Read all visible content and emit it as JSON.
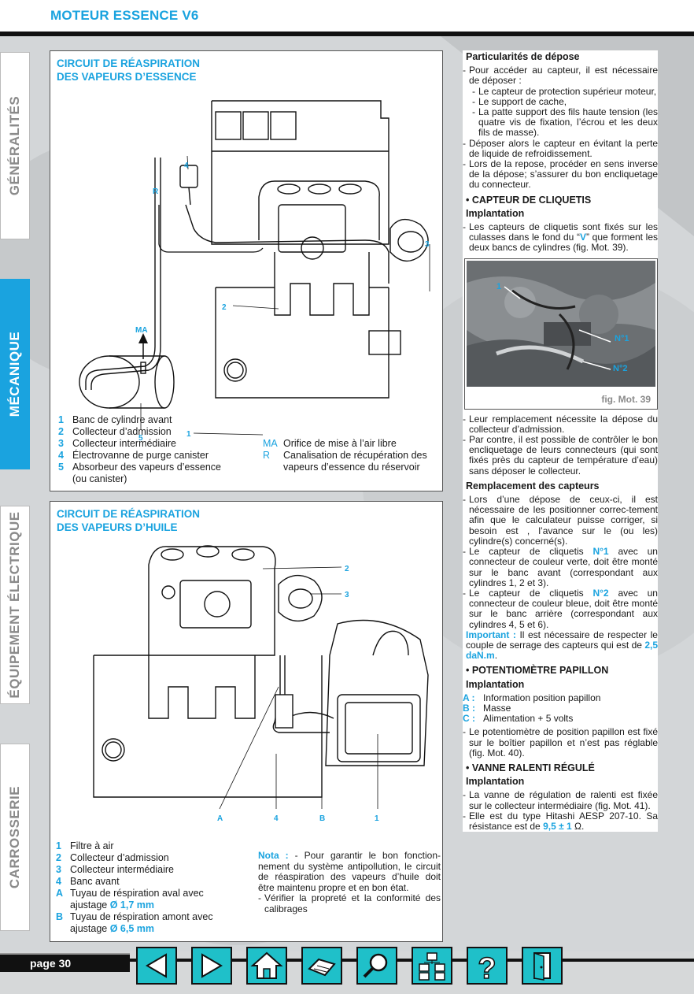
{
  "header": {
    "title": "MOTEUR ESSENCE V6"
  },
  "tabs": [
    {
      "label": "GÉNÉRALITÉS",
      "active": false
    },
    {
      "label": "MÉCANIQUE",
      "active": true
    },
    {
      "label": "ÉQUIPEMENT ÉLECTRIQUE",
      "active": false
    },
    {
      "label": "CARROSSERIE",
      "active": false
    }
  ],
  "panel1": {
    "title_l1": "CIRCUIT DE RÉASPIRATION",
    "title_l2": "DES VAPEURS D’ESSENCE",
    "callouts": [
      "4",
      "R",
      "3",
      "2",
      "MA",
      "5",
      "1"
    ],
    "legend_left": [
      {
        "k": "1",
        "t": "Banc de cylindre avant"
      },
      {
        "k": "2",
        "t": "Collecteur d’admission"
      },
      {
        "k": "3",
        "t": "Collecteur intermédiaire"
      },
      {
        "k": "4",
        "t": "Électrovanne de purge canister"
      },
      {
        "k": "5",
        "t": "Absorbeur des vapeurs d’essence"
      },
      {
        "k": "",
        "t": "(ou canister)"
      }
    ],
    "legend_right": [
      {
        "k": "MA",
        "t": "Orifice de mise à l’air libre"
      },
      {
        "k": "R",
        "t": "Canalisation de récupération des"
      },
      {
        "k": "",
        "t": "vapeurs d’essence du réservoir"
      }
    ]
  },
  "panel2": {
    "title_l1": "CIRCUIT DE RÉASPIRATION",
    "title_l2": "DES VAPEURS D’HUILE",
    "callouts": [
      "2",
      "3",
      "A",
      "4",
      "B",
      "1"
    ],
    "legend_left": [
      {
        "k": "1",
        "t": "Filtre à air"
      },
      {
        "k": "2",
        "t": "Collecteur d’admission"
      },
      {
        "k": "3",
        "t": "Collecteur intermédiaire"
      },
      {
        "k": "4",
        "t": "Banc avant"
      },
      {
        "k": "A",
        "t": "Tuyau de réspiration aval avec"
      },
      {
        "k": "",
        "t": "ajustage ",
        "v": "Ø 1,7 mm"
      },
      {
        "k": "B",
        "t": "Tuyau de réspiration amont avec"
      },
      {
        "k": "",
        "t": "ajustage ",
        "v": "Ø 6,5 mm"
      }
    ],
    "nota_label": "Nota :",
    "nota_1": "- Pour garantir le bon fonction-nement du système antipollution, le circuit de réaspiration des vapeurs d’huile doit être maintenu propre et en bon état.",
    "nota_2": "Vérifier la propreté et la conformité des calibrages"
  },
  "right": {
    "h1": "Particularités de dépose",
    "p1": "Pour accéder au capteur, il est nécessaire de déposer :",
    "p1a": "Le capteur de protection supérieur moteur,",
    "p1b": "Le support de cache,",
    "p1c": "La patte support des fils haute tension (les quatre vis de fixation, l’écrou et les deux fils de masse).",
    "p2": "Déposer alors le capteur en évitant la perte de liquide de refroidissement.",
    "p3": "Lors de la repose, procéder en sens inverse de la dépose; s’assurer du bon encliquetage du connecteur.",
    "h2": "• CAPTEUR DE CLIQUETIS",
    "h3": "Implantation",
    "p4a": "Les capteurs de cliquetis sont fixés sur les culasses dans le fond du “",
    "p4v": "V",
    "p4b": "” que forment les deux bancs de cylindres (fig. Mot. 39).",
    "photo_labels": [
      "1",
      "N°1",
      "N°2"
    ],
    "photo_caption": "fig. Mot. 39",
    "p5": "Leur remplacement nécessite la dépose du collecteur d’admission.",
    "p6": "Par contre, il est possible de contrôler le bon encliquetage de leurs connecteurs (qui sont fixés près du capteur de température d’eau) sans déposer le collecteur.",
    "h4": "Remplacement des capteurs",
    "p7": "Lors d’une dépose de ceux-ci, il est nécessaire de les positionner correc-tement afin que le calculateur puisse corriger, si besoin est , l’avance sur le (ou les) cylindre(s) concerné(s).",
    "p8a": "Le capteur de cliquetis ",
    "p8v": "N°1",
    "p8b": " avec un connecteur de couleur verte, doit être monté sur le banc avant (correspondant aux cylindres 1, 2 et 3).",
    "p9a": "Le capteur de cliquetis ",
    "p9v": "N°2",
    "p9b": " avec un connecteur de couleur bleue, doit être monté sur le banc arrière (correspondant aux cylindres  4, 5 et 6).",
    "imp_label": "Important :",
    "imp_text": " Il est nécessaire de respecter le couple de serrage des capteurs qui est de ",
    "imp_value": "2,5 daN.m",
    "imp_end": ".",
    "h5": "• POTENTIOMÈTRE PAPILLON",
    "h6": "Implantation",
    "abc": [
      {
        "k": "A :",
        "t": "Information position papillon"
      },
      {
        "k": "B :",
        "t": "Masse"
      },
      {
        "k": "C :",
        "t": "Alimentation + 5 volts"
      }
    ],
    "p10": "Le potentiomètre de position papillon est fixé sur le boîtier papillon et n’est pas réglable (fig. Mot. 40).",
    "h7": "• VANNE RALENTI RÉGULÉ",
    "h8": "Implantation",
    "p11": "La vanne de régulation de ralenti est fixée sur le collecteur intermédiaire (fig. Mot. 41).",
    "p12a": "Elle est du type Hitashi AESP 207-10. Sa résistance est de ",
    "p12v": "9,5 ± 1",
    "p12b": " Ω."
  },
  "footer": {
    "page_label": "page 30",
    "buttons": [
      "previous-icon",
      "next-icon",
      "home-icon",
      "print-icon",
      "search-icon",
      "sitemap-icon",
      "help-icon",
      "exit-icon"
    ]
  }
}
